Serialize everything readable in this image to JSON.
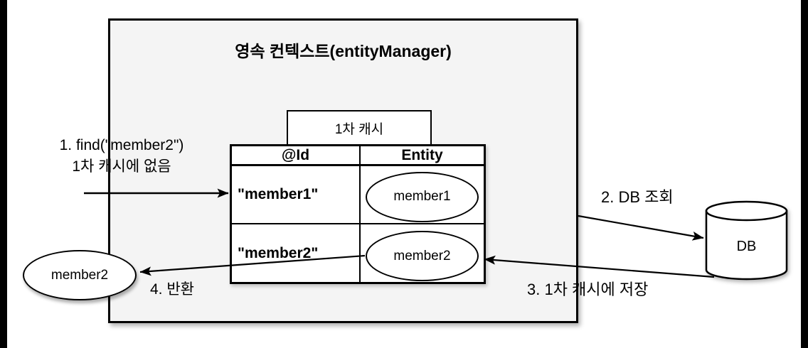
{
  "context": {
    "title": "영속 컨텍스트(entityManager)"
  },
  "cache": {
    "tab_label": "1차 캐시",
    "table": {
      "headers": [
        "@Id",
        "Entity"
      ],
      "rows": [
        {
          "id": "\"member1\"",
          "entity": "member1"
        },
        {
          "id": "\"member2\"",
          "entity": "member2"
        }
      ]
    }
  },
  "flow": {
    "step1_line1": "1. find(\"member2\")",
    "step1_line2": "1차 캐시에 없음",
    "step2_label": "2. DB 조회",
    "step3_label": "3. 1차 캐시에 저장",
    "step4_label": "4. 반환"
  },
  "db": {
    "label": "DB"
  },
  "result": {
    "label": "member2"
  },
  "colors": {
    "canvas_bg": "#ffffff",
    "context_fill": "#f4f4f4",
    "stroke": "#000000",
    "edge_bar": "#000000"
  }
}
